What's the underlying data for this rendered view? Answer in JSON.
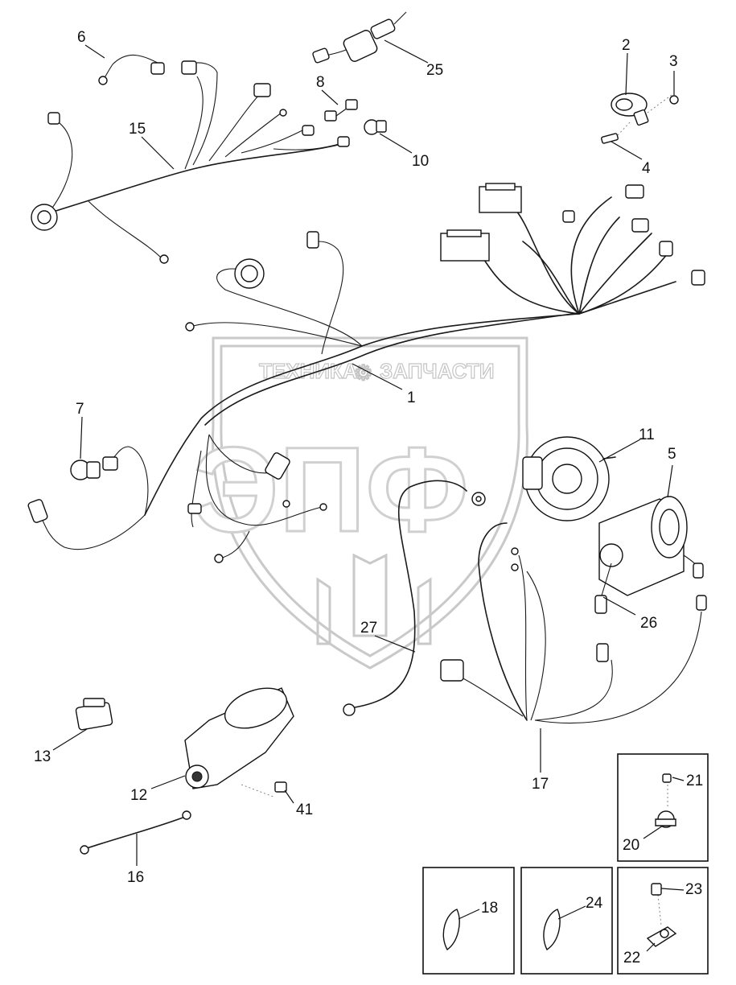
{
  "watermark": {
    "brand_left": "ТЕХНИКА",
    "brand_right": "ЗАПЧАСТИ",
    "monogram": "ЭПФ",
    "gear_glyph": "⚙"
  },
  "callouts": {
    "c1": "1",
    "c2": "2",
    "c3": "3",
    "c4": "4",
    "c5": "5",
    "c6": "6",
    "c7": "7",
    "c8": "8",
    "c10": "10",
    "c11": "11",
    "c12": "12",
    "c13": "13",
    "c15": "15",
    "c16": "16",
    "c17": "17",
    "c18": "18",
    "c20": "20",
    "c21": "21",
    "c22": "22",
    "c23": "23",
    "c24": "24",
    "c25": "25",
    "c26": "26",
    "c27": "27",
    "c41": "41"
  }
}
